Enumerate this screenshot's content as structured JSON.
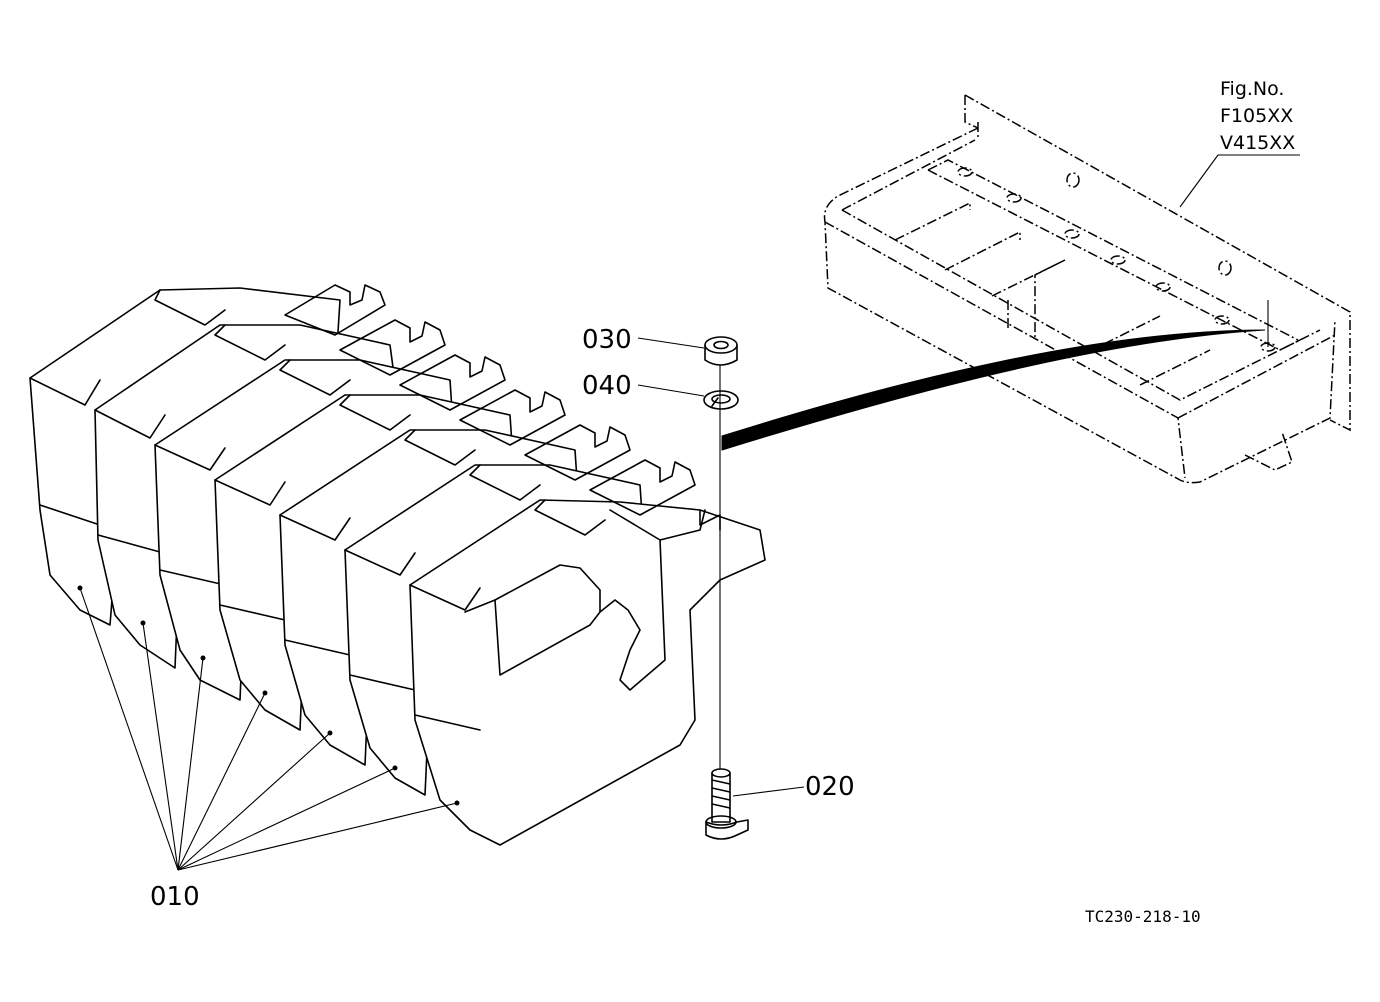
{
  "figure": {
    "fig_label": "Fig.No.",
    "fig_numbers": [
      "F105XX",
      "V415XX"
    ],
    "drawing_ref": "TC230-218-10"
  },
  "callouts": [
    {
      "id": "010"
    },
    {
      "id": "020"
    },
    {
      "id": "030"
    },
    {
      "id": "040"
    }
  ]
}
